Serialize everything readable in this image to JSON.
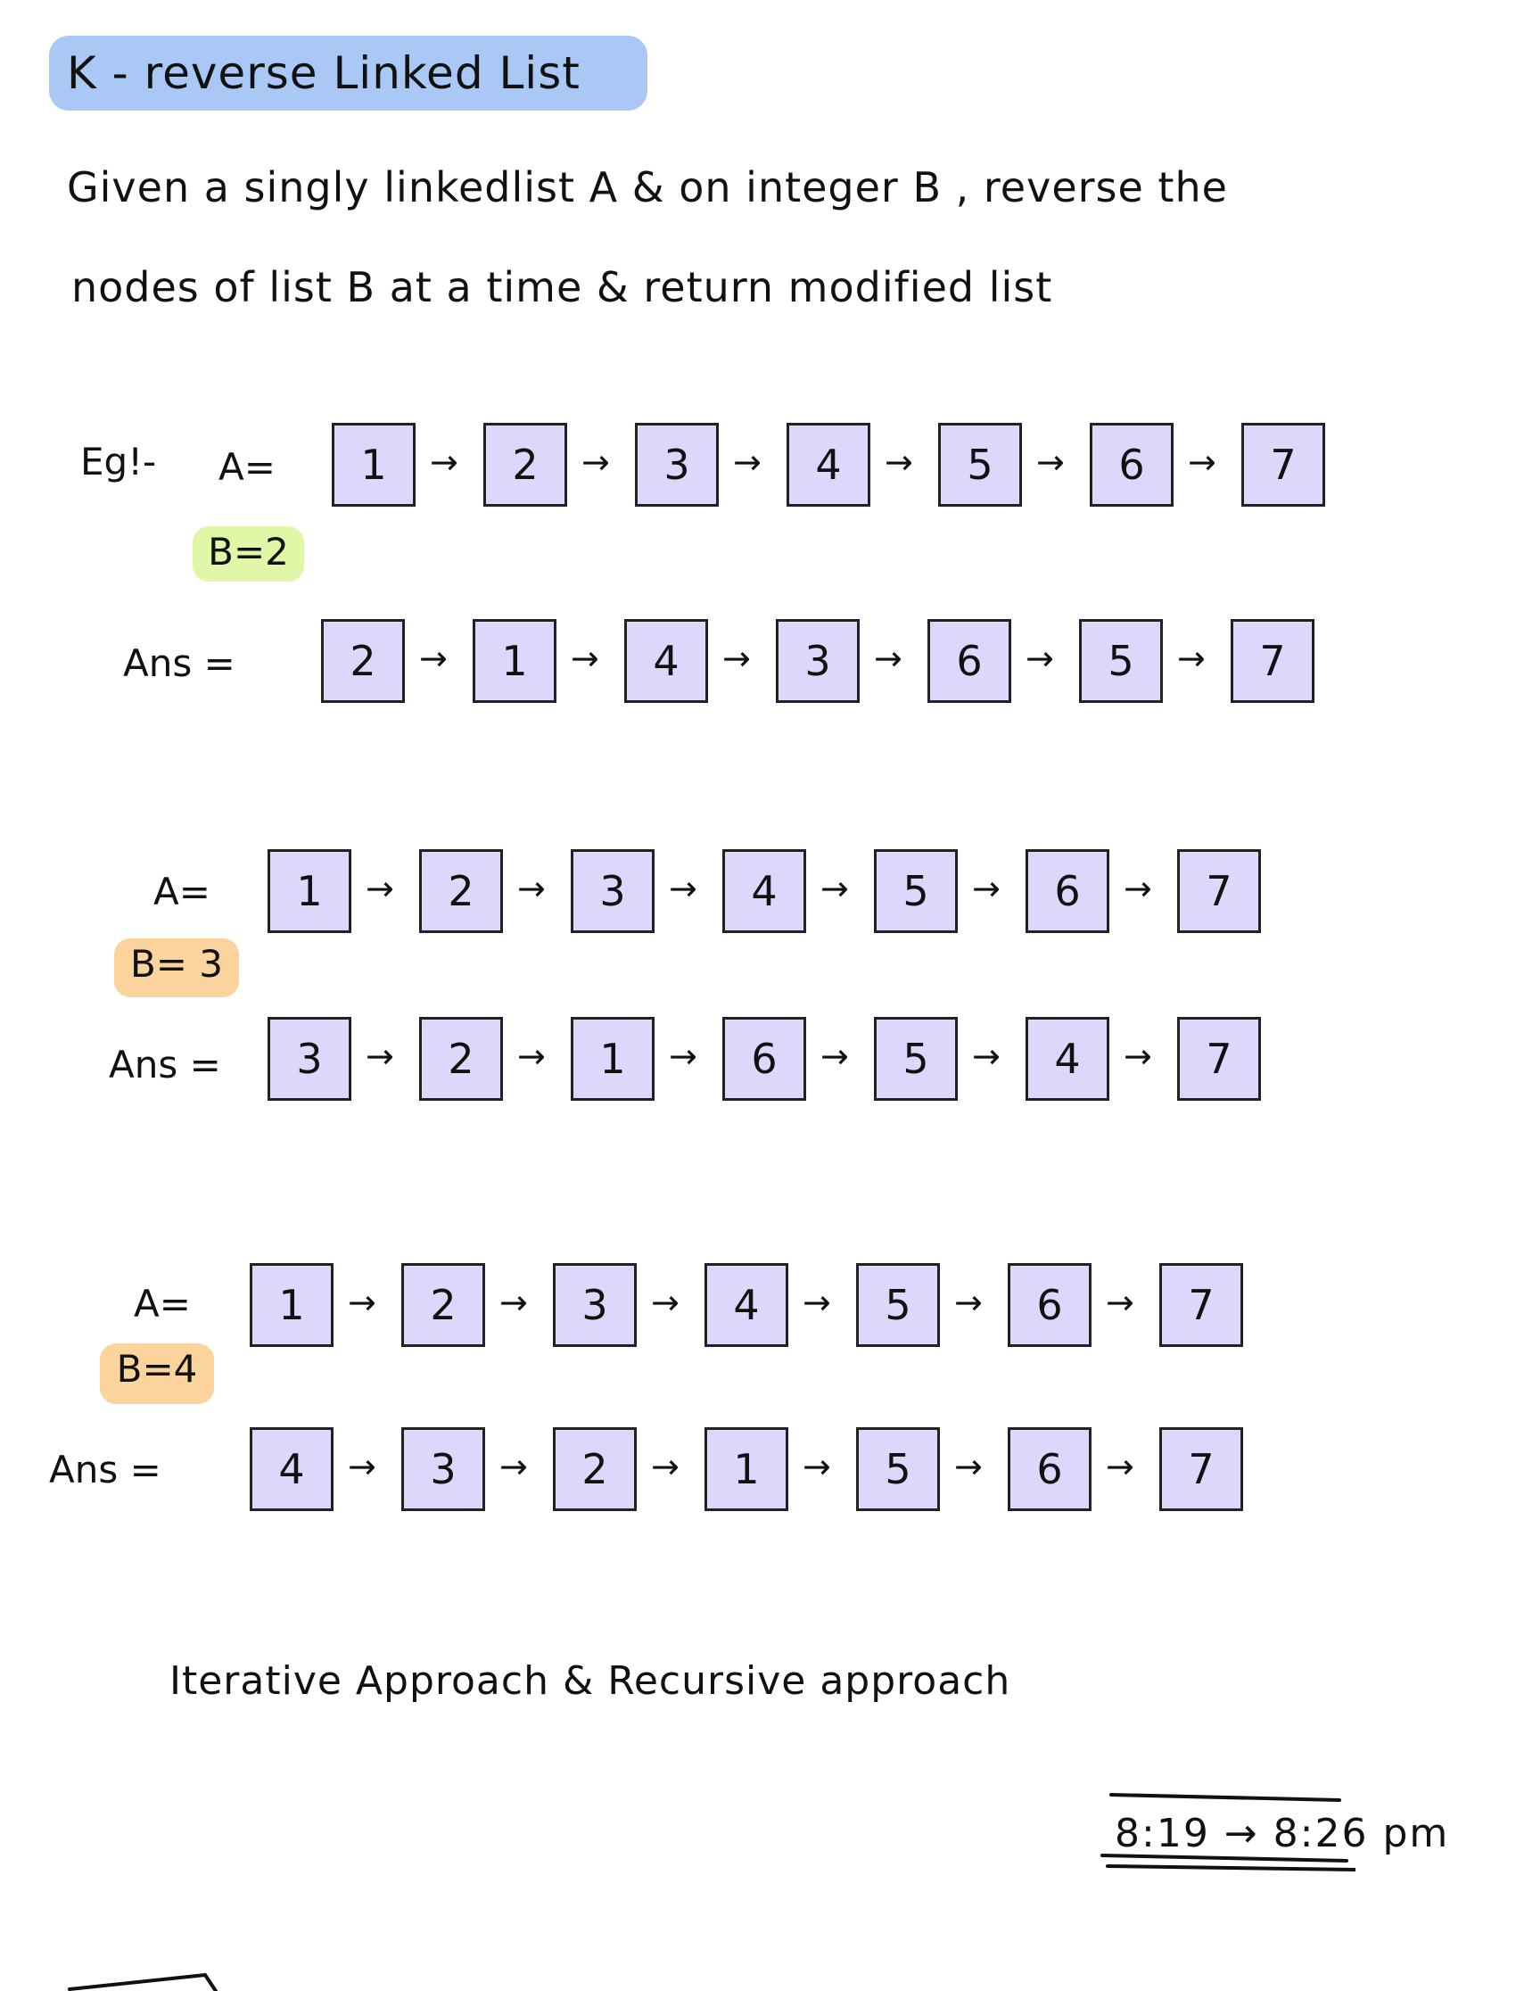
{
  "title": "K - reverse   Linked List",
  "statement": {
    "line1": "Given  a  singly  linkedlist  A  &  on  integer  B ,  reverse  the",
    "line2": "nodes  of   list  B  at  a  time   &  return  modified  list"
  },
  "eg_label": "Eg!-",
  "examples": [
    {
      "a_label": "A=",
      "b_label": "B=2",
      "b_color": "green",
      "ans_label": "Ans  =",
      "input": [
        "1",
        "2",
        "3",
        "4",
        "5",
        "6",
        "7"
      ],
      "output": [
        "2",
        "1",
        "4",
        "3",
        "6",
        "5",
        "7"
      ]
    },
    {
      "a_label": "A=",
      "b_label": "B= 3",
      "b_color": "orange",
      "ans_label": "Ans =",
      "input": [
        "1",
        "2",
        "3",
        "4",
        "5",
        "6",
        "7"
      ],
      "output": [
        "3",
        "2",
        "1",
        "6",
        "5",
        "4",
        "7"
      ]
    },
    {
      "a_label": "A=",
      "b_label": "B=4",
      "b_color": "orange",
      "ans_label": "Ans  =",
      "input": [
        "1",
        "2",
        "3",
        "4",
        "5",
        "6",
        "7"
      ],
      "output": [
        "4",
        "3",
        "2",
        "1",
        "5",
        "6",
        "7"
      ]
    }
  ],
  "footer": "Iterative  Approach  &  Recursive  approach",
  "time_note": "8:19 → 8:26 pm",
  "arrow_glyph": "→"
}
